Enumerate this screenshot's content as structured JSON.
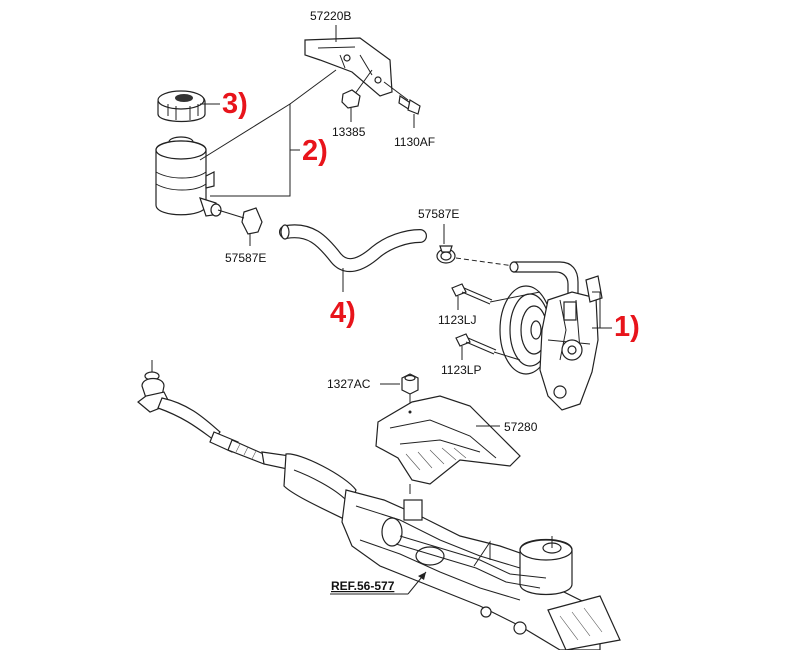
{
  "callout_color": "#e8141b",
  "part_numbers": {
    "bracket": "57220B",
    "nut": "13385",
    "bolt_bracket": "1130AF",
    "clamp_left": "57587E",
    "clamp_right": "57587E",
    "bolt_upper": "1123LJ",
    "bolt_lower": "1123LP",
    "nut_heat": "1327AC",
    "heat_shield": "57280"
  },
  "reference": "REF.56-577",
  "callouts": {
    "pump": "1)",
    "reservoir": "2)",
    "cap": "3)",
    "hose": "4)"
  }
}
